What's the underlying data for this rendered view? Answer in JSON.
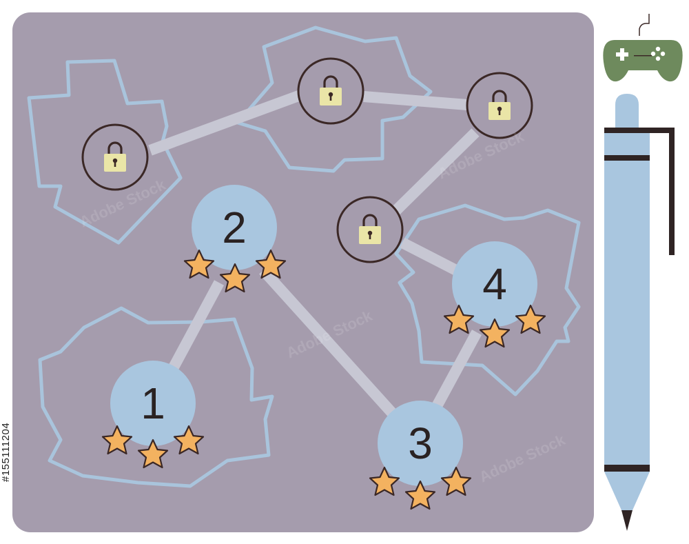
{
  "colors": {
    "board": "#a59cad",
    "region": "#a9c4dc",
    "path": "#c7c7d3",
    "level_fill": "#a9c6df",
    "ring": "#3b2826",
    "star": "#f3b260",
    "star_outline": "#3b2826",
    "lock_body": "#eae5a7",
    "controller": "#6e8a5d",
    "pencil": "#a9c6df",
    "pencil_dark": "#2f2424",
    "text": "#2a2222"
  },
  "levels": [
    {
      "label": "1",
      "stars": 3
    },
    {
      "label": "2",
      "stars": 3
    },
    {
      "label": "3",
      "stars": 3
    },
    {
      "label": "4",
      "stars": 3
    }
  ],
  "locked_nodes_count": 4,
  "icons": {
    "lock": "padlock-icon",
    "star": "star-icon",
    "controller": "gamepad-icon",
    "pencil": "pencil-icon"
  },
  "watermark": {
    "text": "Adobe Stock"
  },
  "stock_id": "#155111204"
}
